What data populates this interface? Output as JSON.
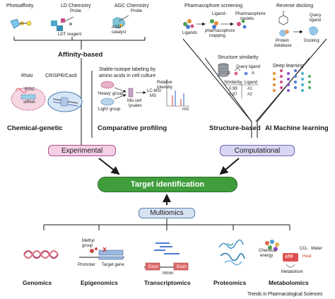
{
  "top_left": {
    "photoaffinity": "Photoaffinity",
    "ld_chemistry": "LD Chemistry",
    "probe_ld": "Probe",
    "ldt_reagent": "LDT reagent",
    "agc_chemistry": "AGC Chemistry",
    "probe_agc": "Probe",
    "agd": "AGD",
    "catalyst": "catalyst",
    "affinity_based": "Affinity-based"
  },
  "top_right": {
    "pharmacophore_screening": "Pharmacophore screening",
    "ligands": "Ligands",
    "ligand": "Ligand–",
    "pharmacophore": "pharmacophore",
    "mapping": "mapping",
    "pharmacophore_models_1": "Pharmacophore",
    "pharmacophore_models_2": "models",
    "reverse_docking": "Reverse docking",
    "query_ligand_1": "Query",
    "query_ligand_2": "ligand",
    "protein": "Protein",
    "database": "database",
    "docking": "Docking"
  },
  "structure_similarity": {
    "title": "Structure similarity",
    "query_ligand": "Query ligand",
    "mol_b": "B",
    "mol_a": "A",
    "col_similarity": "Similarity",
    "col_ligand": "Ligand",
    "rows": [
      {
        "similarity": "0.99",
        "ligand": "#1"
      },
      {
        "similarity": "0.87",
        "ligand": "#2"
      }
    ]
  },
  "deep_learning": "Deep learning",
  "chemical_genetic": {
    "rnai": "RNAi",
    "crispr": "CRISPR/Cas9",
    "risc": "RISC",
    "sirna": "siRNA",
    "title": "Chemical-genetic"
  },
  "comparative": {
    "desc_1": "Stable-isotope labeling by",
    "desc_2": "amino acids in cell culture",
    "heavy": "'Heavy' group",
    "light": "'Light' group",
    "mix_1": "Mix cell",
    "mix_2": "lysates",
    "lcms_1": "LC-MS/",
    "lcms_2": "MS",
    "relative": "Relative",
    "intensity": "intensity",
    "mz": "m/z",
    "title": "Comparative profiling"
  },
  "structure_based": "Structure-based",
  "ai_ml": "AI Machine learning",
  "experimental": "Experimental",
  "computational": "Computational",
  "target_identification": "Target identification",
  "multiomics": "Multiomics",
  "omics": {
    "genomics": "Genomics",
    "epigenomics": "Epigenomics",
    "methyl_1": "Methyl",
    "methyl_2": "group",
    "promoter": "Promoter",
    "target_gene": "Target gene",
    "transcriptomics": "Transcriptomics",
    "exon_1": "Exon",
    "exon_2": "Exon",
    "intron": "Intron",
    "proteomics": "Proteomics",
    "metabolomics": "Metabolomics",
    "chemical_energy_1": "Chemical",
    "chemical_energy_2": "energy",
    "co2": "CO₂",
    "water": "Water",
    "atp": "ATP",
    "heat": "Heat",
    "metabolism": "Metabolism"
  },
  "footer": "Trends in Pharmacological Sciences",
  "colors": {
    "experimental_fill": "#f5cfe6",
    "experimental_border": "#b0508a",
    "computational_fill": "#d9d6f2",
    "computational_border": "#6b66b8",
    "target_fill": "#3f9d3c",
    "multiomics_fill": "#d7e3f3"
  }
}
